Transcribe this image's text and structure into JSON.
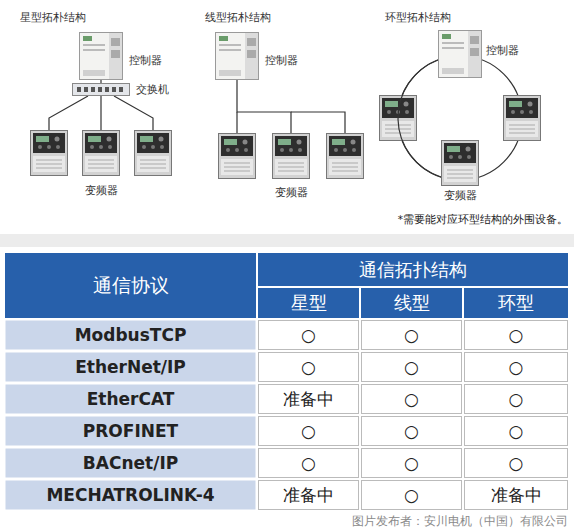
{
  "diagram": {
    "nodes": [
      {
        "text": [
          "控制器"
        ]
      },
      {
        "text": [
          "交换机"
        ]
      },
      {
        "text": [
          "变频器"
        ]
      },
      {
        "text": [
          "控制器"
        ]
      },
      {
        "text": [
          "变频器"
        ]
      },
      {
        "text": [
          "控制器"
        ]
      },
      {
        "text": [
          "变频器"
        ]
      }
    ],
    "edges": [
      {
        "from": 0,
        "to": 1,
        "arrow": "none"
      },
      {
        "from": 1,
        "to": 2,
        "arrow": "none"
      },
      {
        "from": 3,
        "to": 4,
        "arrow": "none"
      },
      {
        "from": 5,
        "to": 6,
        "arrow": "none"
      }
    ],
    "labels": [
      "星型拓朴结构",
      "线型拓朴结构",
      "环型拓朴结构",
      "*需要能对应环型结构的外围设备。",
      "通信协议",
      "通信拓扑结构",
      "星型",
      "线型",
      "环型",
      "ModbusTCP",
      "○",
      "○",
      "○",
      "EtherNet/IP",
      "○",
      "○",
      "○",
      "EtherCAT",
      "准备中",
      "○",
      "○",
      "PROFINET",
      "○",
      "○",
      "○",
      "BACnet/IP",
      "○",
      "○",
      "○",
      "MECHATROLINK-4",
      "准备中",
      "○",
      "准备中",
      "图片发布者：安川电机（中国）有限公司"
    ]
  }
}
